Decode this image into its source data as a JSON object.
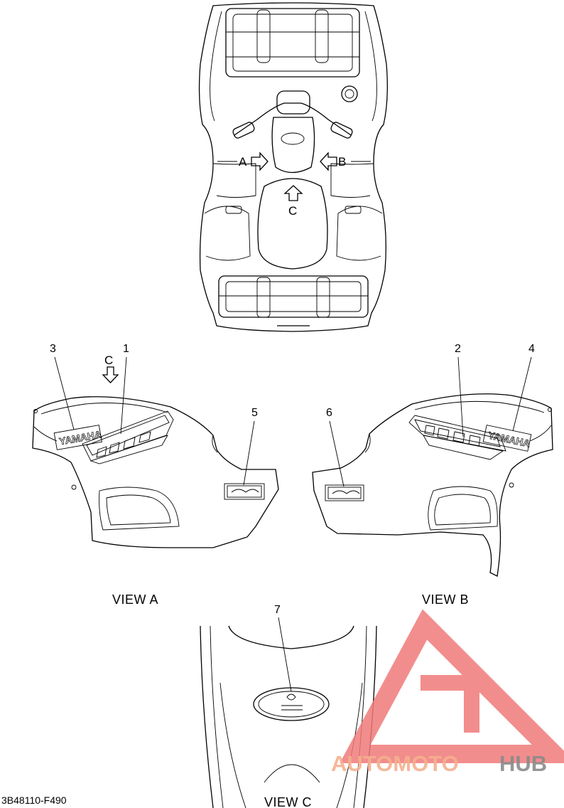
{
  "direction_labels": {
    "a": "A",
    "b": "B",
    "c": "C",
    "c_view_a": "C"
  },
  "callouts": [
    "1",
    "2",
    "3",
    "4",
    "5",
    "6",
    "7"
  ],
  "decal_text": {
    "yamaha": "YAMAHA"
  },
  "views": {
    "a": "VIEW A",
    "b": "VIEW B",
    "c": "VIEW C"
  },
  "diagram_code": "3B48110-F490",
  "watermark": {
    "part1": "AUTOMOTO",
    "part2": "HUB",
    "color1": "#f5b08f",
    "color2": "#8a8a8a",
    "logo_color": "#f07a7a"
  }
}
